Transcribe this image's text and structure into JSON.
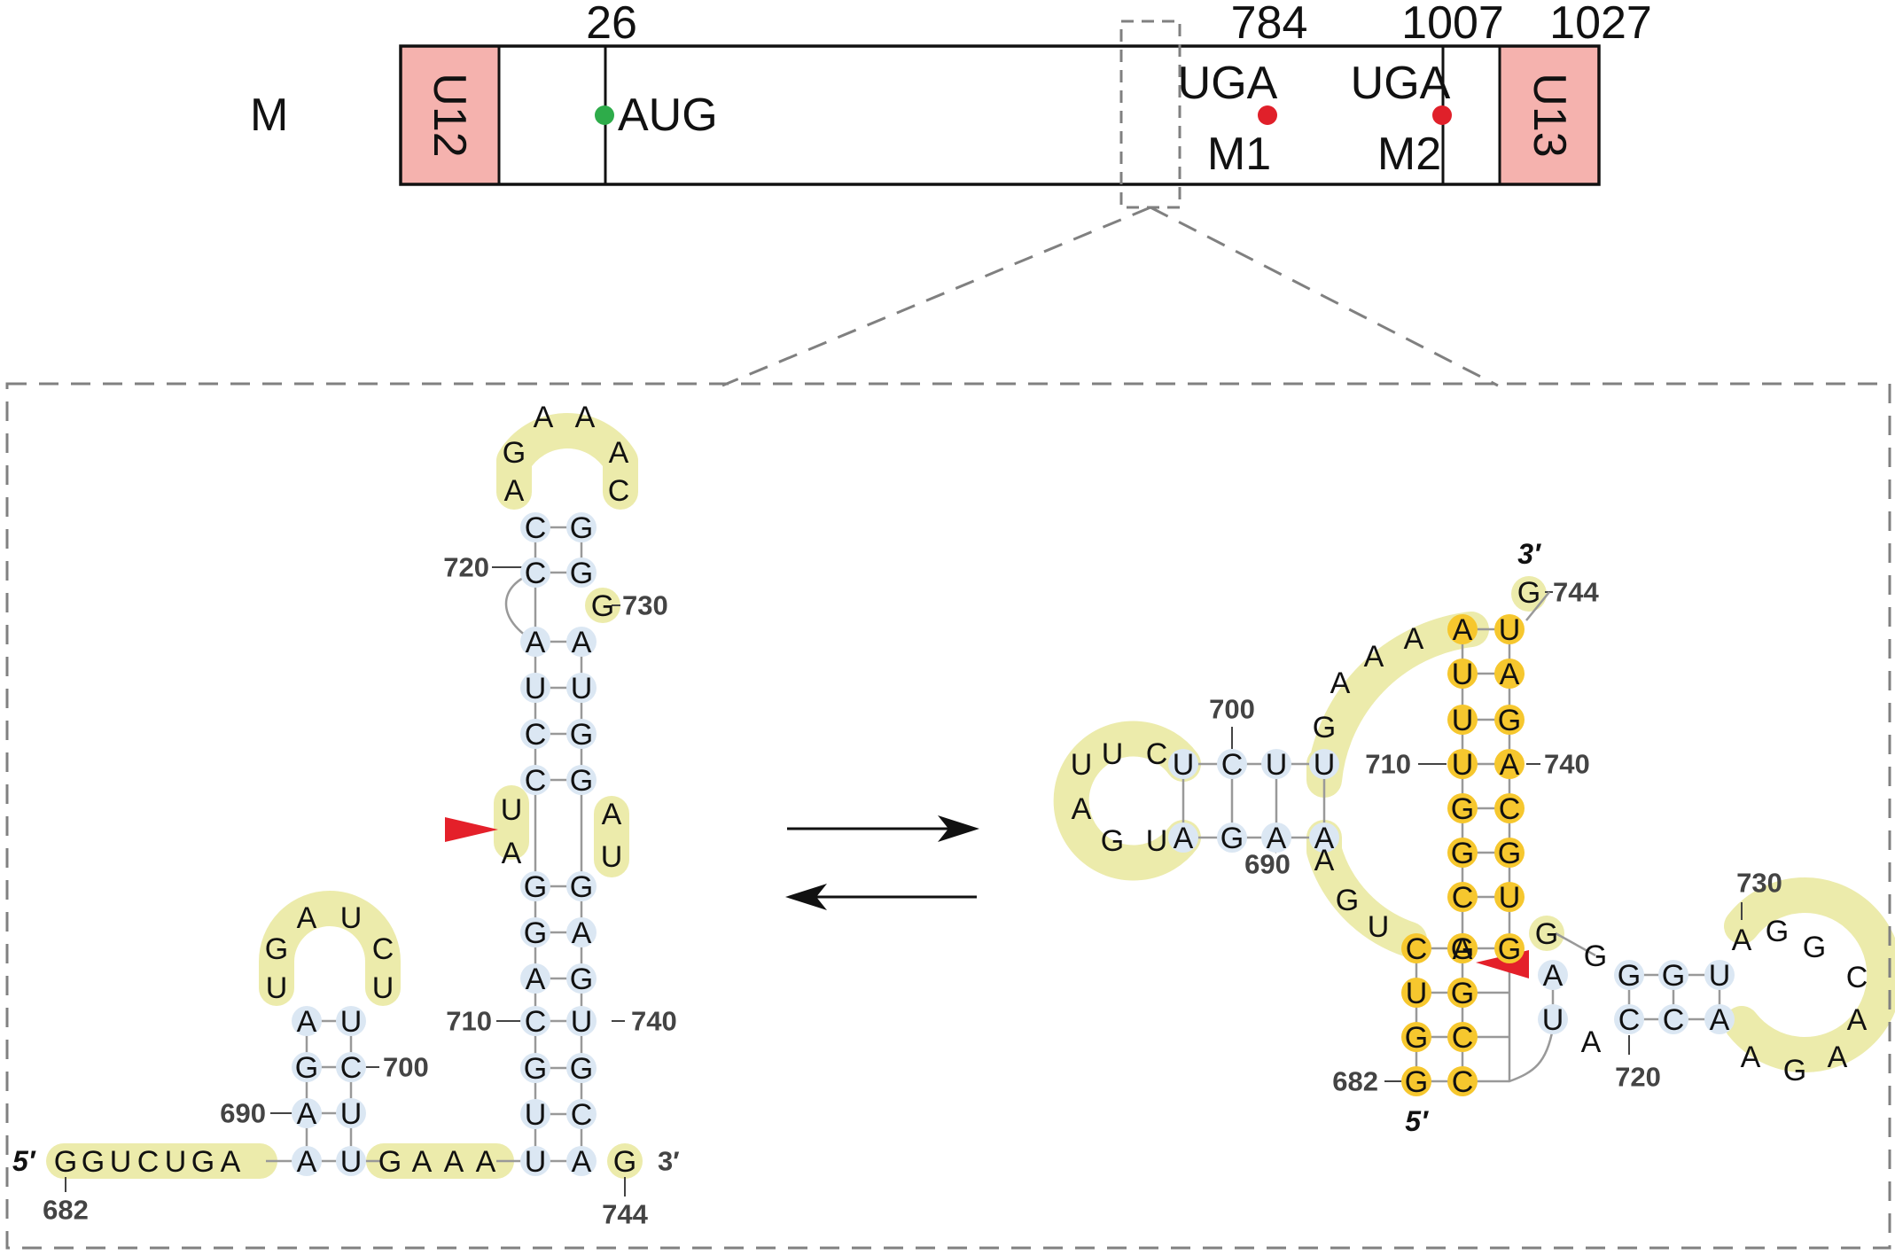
{
  "colors": {
    "utr": "#f5b2ae",
    "start": "#2eac4a",
    "stop": "#e0202a",
    "paired": "#dbe7f3",
    "loop": "#ecebab",
    "highlight": "#f6c72e",
    "dash": "#808080",
    "arrowhead": "#e4202a"
  },
  "map": {
    "segment": "M",
    "utr5": "U12",
    "utr3": "U13",
    "positions": [
      "26",
      "784",
      "1007",
      "1027"
    ],
    "start_codon": "AUG",
    "stop_codon_1": "UGA",
    "stop_codon_2": "UGA",
    "orf_1": "M1",
    "orf_2": "M2"
  },
  "left_structure": {
    "five_prime": "5′",
    "three_prime": "3′",
    "tail": [
      "G",
      "G",
      "U",
      "C",
      "U",
      "G",
      "A"
    ],
    "labels": [
      "682",
      "690",
      "700",
      "710",
      "720",
      "730",
      "740",
      "744"
    ],
    "stem1_left": [
      "A",
      "G",
      "A",
      "A"
    ],
    "stem1_right": [
      "U",
      "C",
      "U",
      "U"
    ],
    "loop1": [
      "U",
      "G",
      "A",
      "U",
      "C",
      "U"
    ],
    "linker": [
      "G",
      "A",
      "A",
      "A"
    ],
    "stem2_left": [
      "C",
      "C",
      "A",
      "U",
      "C",
      "C",
      "G",
      "G",
      "A",
      "C",
      "G",
      "U",
      "U",
      "U",
      "A"
    ],
    "stem2_right": [
      "G",
      "G",
      "A",
      "U",
      "G",
      "G",
      "G",
      "A",
      "G",
      "U",
      "G",
      "C",
      "A",
      "G",
      "A",
      "U",
      "G"
    ],
    "loop2": [
      "A",
      "G",
      "A",
      "A",
      "A",
      "C"
    ]
  },
  "right_structure": {
    "five_prime": "5′",
    "three_prime": "3′",
    "labels": [
      "682",
      "690",
      "700",
      "710",
      "720",
      "730",
      "740",
      "744"
    ],
    "hairpin_bottom": [
      "A",
      "G",
      "A",
      "A"
    ],
    "hairpin_top": [
      "U",
      "C",
      "U",
      "U"
    ],
    "hairpin_loop": [
      "U",
      "A",
      "G",
      "U",
      "C",
      "U"
    ],
    "junction_left": [
      "A",
      "G",
      "U"
    ],
    "junction_top": [
      "G",
      "A",
      "A",
      "A"
    ],
    "helix_left": [
      "A",
      "U",
      "U",
      "U",
      "G",
      "G",
      "C",
      "A",
      "G",
      "U",
      "G",
      "G"
    ],
    "helix_right": [
      "U",
      "A",
      "G",
      "A",
      "C",
      "G",
      "U",
      "G",
      "C",
      "C"
    ],
    "helix_bottom_left": [
      "C",
      "G"
    ],
    "inner_pair_top": [
      "G",
      "G",
      "U"
    ],
    "inner_pair_bottom": [
      "C",
      "C",
      "A"
    ],
    "inner_side": [
      "G",
      "A",
      "U",
      "A"
    ],
    "inner_loop": [
      "A",
      "G",
      "G",
      "C",
      "A",
      "A",
      "G",
      "A"
    ]
  }
}
